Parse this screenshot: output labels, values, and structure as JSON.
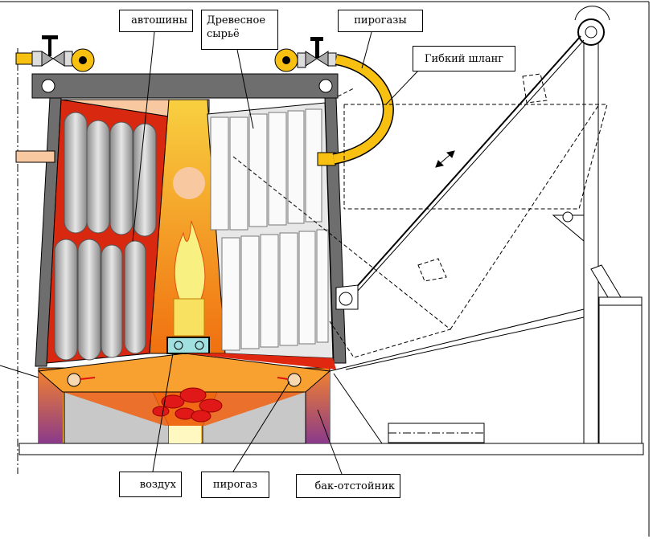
{
  "labels": {
    "tires": "автошины",
    "wood": "Древесное сырьё",
    "pyrogases": "пирогазы",
    "hose": "Гибкий шланг",
    "air": "воздух",
    "pyrogas": "пирогаз",
    "settling_tank": "бак-отстойник"
  },
  "colors": {
    "wall": "#6e6e6e",
    "fire_red": "#e02810",
    "fire_orange": "#f89a1a",
    "yellow": "#f8c010",
    "tire_gray": "#b4b4b4",
    "chamber_tan": "#f8c8a0"
  }
}
